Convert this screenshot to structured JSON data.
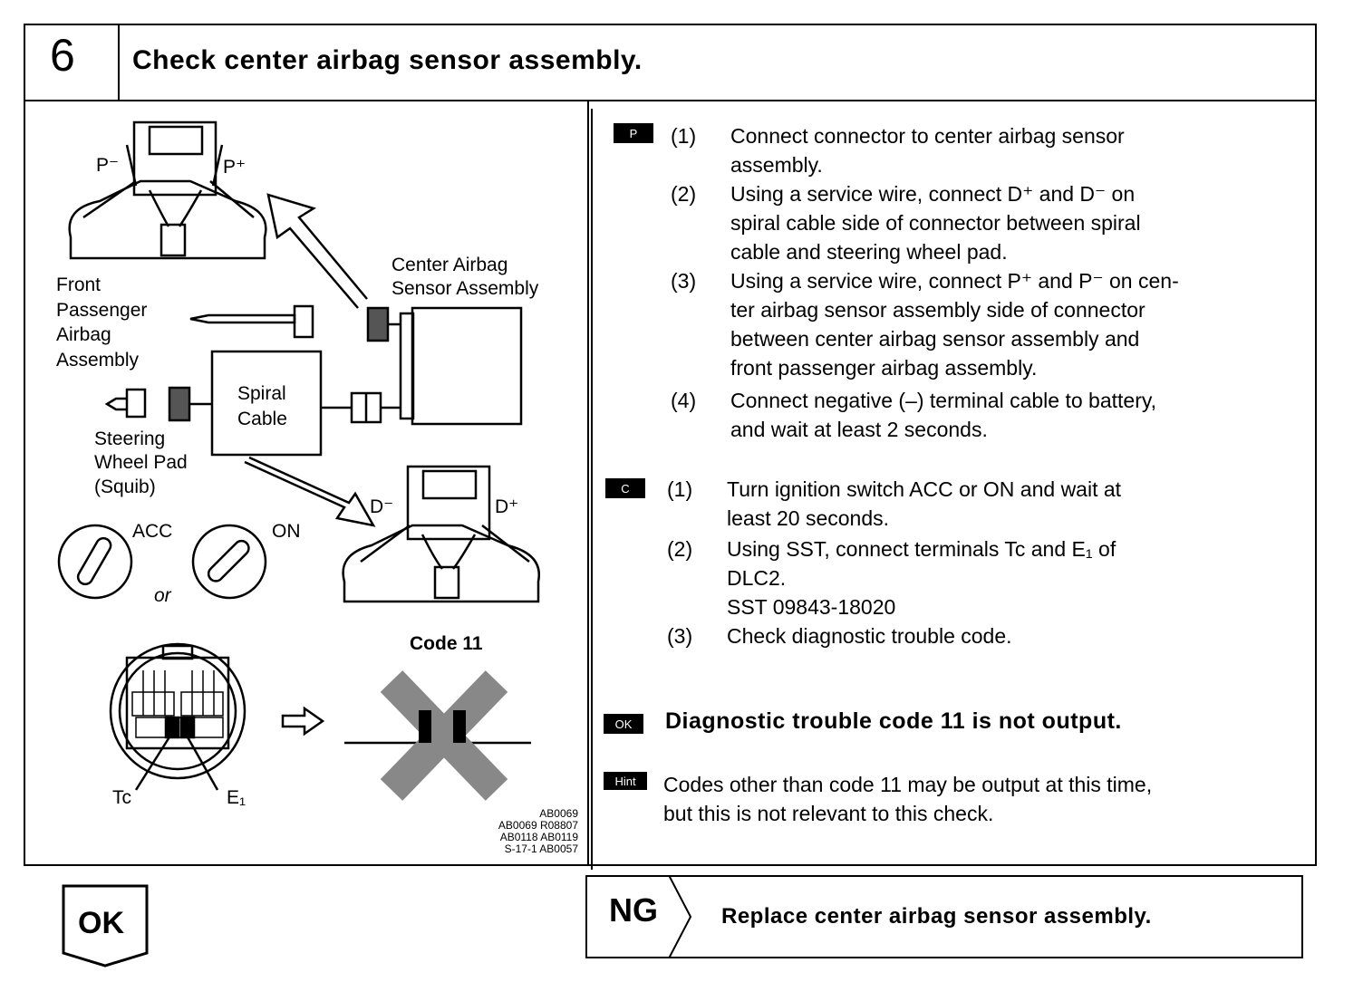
{
  "step": {
    "number": "6",
    "title": "Check center airbag sensor assembly."
  },
  "figure": {
    "labels": {
      "p_minus": "P⁻",
      "p_plus": "P⁺",
      "center_airbag_1": "Center Airbag",
      "center_airbag_2": "Sensor Assembly",
      "front_passenger": [
        "Front",
        "Passenger",
        "Airbag",
        "Assembly"
      ],
      "spiral_cable": [
        "Spiral",
        "Cable"
      ],
      "steering_wheel": [
        "Steering",
        "Wheel Pad",
        "(Squib)"
      ],
      "d_minus": "D⁻",
      "d_plus": "D⁺",
      "acc": "ACC",
      "on": "ON",
      "or": "or",
      "code_11": "Code 11",
      "tc": "Tc",
      "e1": "E₁"
    },
    "reference_codes": [
      "AB0069",
      "AB0069 R08807",
      "AB0118 AB0119",
      "S-17-1 AB0057"
    ]
  },
  "badges": {
    "prepare": "P",
    "check": "C",
    "ok": "OK",
    "hint": "Hint"
  },
  "instructions": {
    "prepare": [
      {
        "num": "(1)",
        "lines": [
          "Connect connector to center airbag sensor",
          "assembly."
        ]
      },
      {
        "num": "(2)",
        "lines": [
          "Using a service wire, connect D⁺ and D⁻ on",
          "spiral cable side of connector between spiral",
          "cable and steering wheel pad."
        ]
      },
      {
        "num": "(3)",
        "lines": [
          "Using a service wire, connect P⁺ and P⁻ on cen-",
          "ter airbag sensor assembly side of connector",
          "between center airbag sensor assembly and",
          "front passenger airbag assembly."
        ]
      },
      {
        "num": "(4)",
        "lines": [
          "Connect negative (–) terminal cable to battery,",
          "and wait at least 2 seconds."
        ]
      }
    ],
    "check": [
      {
        "num": "(1)",
        "lines": [
          "Turn ignition switch ACC or ON and wait at",
          "least 20 seconds."
        ]
      },
      {
        "num": "(2)",
        "lines": [
          "Using SST, connect terminals Tc and E₁ of",
          "DLC2.",
          "SST 09843-18020"
        ]
      },
      {
        "num": "(3)",
        "lines": [
          "Check diagnostic trouble code."
        ]
      }
    ],
    "ok_text": "Diagnostic trouble code 11 is not output.",
    "hint_lines": [
      "Codes other than code 11 may be output at this time,",
      "but this is not relevant to this check."
    ]
  },
  "result": {
    "ok_label": "OK",
    "ng_label": "NG",
    "ng_action": "Replace center airbag sensor assembly."
  }
}
